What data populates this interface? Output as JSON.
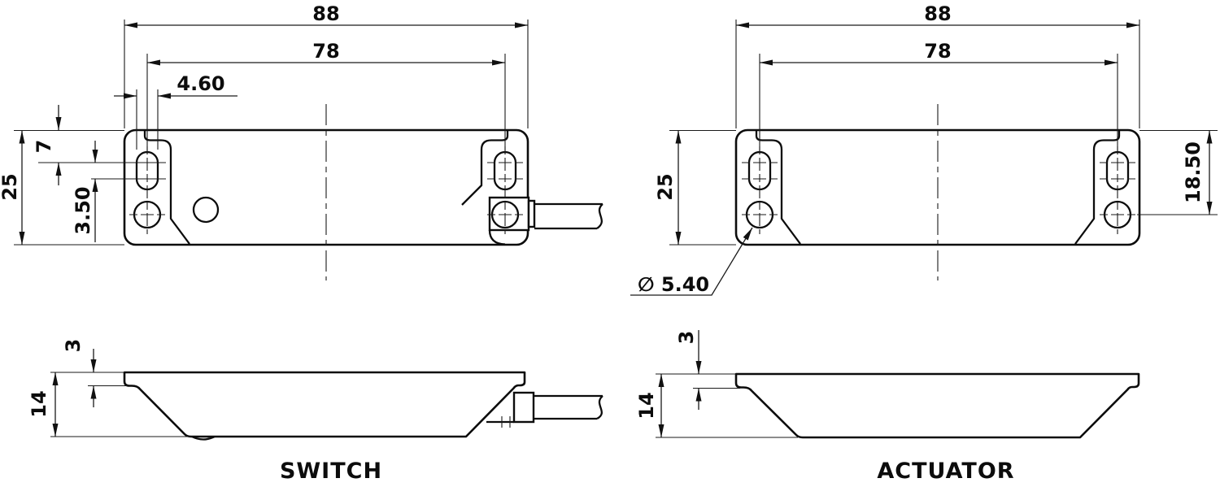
{
  "switch": {
    "label": "SWITCH",
    "top_view": {
      "overall_width": "88",
      "hole_spacing": "78",
      "slot_width": "4.60",
      "overall_depth": "25",
      "slot_center_offset": "7",
      "slot_center_pitch": "3.50"
    },
    "side_view": {
      "flange_thickness": "3",
      "overall_height": "14"
    }
  },
  "actuator": {
    "label": "ACTUATOR",
    "top_view": {
      "overall_width": "88",
      "hole_spacing": "78",
      "overall_depth": "25",
      "hole_vertical_offset": "18.50",
      "hole_diameter": "∅ 5.40"
    },
    "side_view": {
      "flange_thickness": "3",
      "overall_height": "14"
    }
  }
}
